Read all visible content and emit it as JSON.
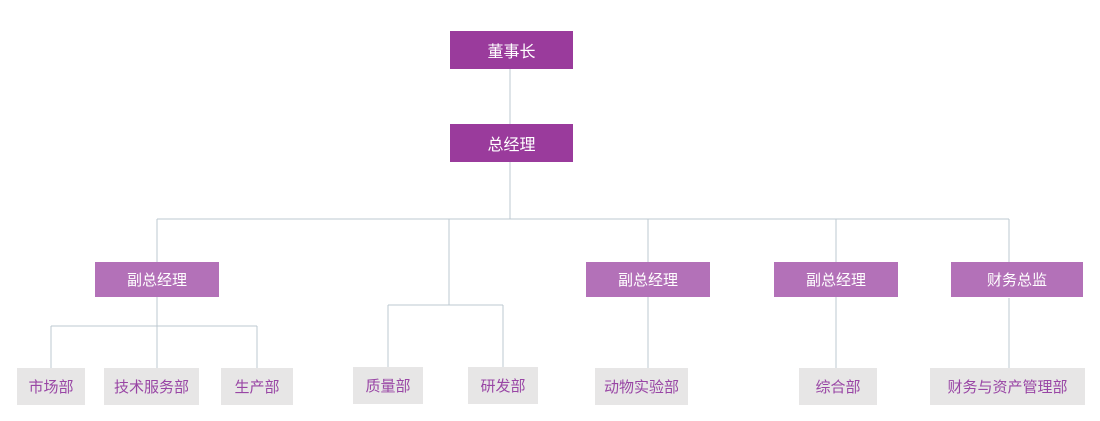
{
  "diagram": {
    "type": "org-chart",
    "colors": {
      "executive_box_bg": "#9a3b9c",
      "manager_box_bg": "#b371b8",
      "department_box_bg": "#e7e6e6",
      "executive_text": "#ffffff",
      "department_text": "#9946a5",
      "connector_line": "#bcc9d1",
      "background": "#ffffff"
    },
    "nodes": {
      "chairman": {
        "label": "董事长",
        "level": 1
      },
      "general_manager": {
        "label": "总经理",
        "level": 2
      },
      "deputy_gm_1": {
        "label": "副总经理",
        "level": 3
      },
      "deputy_gm_2": {
        "label": "副总经理",
        "level": 3
      },
      "deputy_gm_3": {
        "label": "副总经理",
        "level": 3
      },
      "finance_director": {
        "label": "财务总监",
        "level": 3
      },
      "dept_marketing": {
        "label": "市场部",
        "level": 4
      },
      "dept_tech_service": {
        "label": "技术服务部",
        "level": 4
      },
      "dept_production": {
        "label": "生产部",
        "level": 4
      },
      "dept_quality": {
        "label": "质量部",
        "level": 4
      },
      "dept_rnd": {
        "label": "研发部",
        "level": 4
      },
      "dept_animal_lab": {
        "label": "动物实验部",
        "level": 4
      },
      "dept_general": {
        "label": "综合部",
        "level": 4
      },
      "dept_finance_asset": {
        "label": "财务与资产管理部",
        "level": 4
      }
    },
    "edges": [
      {
        "from": "chairman",
        "to": "general_manager"
      },
      {
        "from": "general_manager",
        "to": "deputy_gm_1"
      },
      {
        "from": "general_manager",
        "to": "dept_quality"
      },
      {
        "from": "general_manager",
        "to": "dept_rnd"
      },
      {
        "from": "general_manager",
        "to": "deputy_gm_2"
      },
      {
        "from": "general_manager",
        "to": "deputy_gm_3"
      },
      {
        "from": "general_manager",
        "to": "finance_director"
      },
      {
        "from": "deputy_gm_1",
        "to": "dept_marketing"
      },
      {
        "from": "deputy_gm_1",
        "to": "dept_tech_service"
      },
      {
        "from": "deputy_gm_1",
        "to": "dept_production"
      },
      {
        "from": "deputy_gm_2",
        "to": "dept_animal_lab"
      },
      {
        "from": "deputy_gm_3",
        "to": "dept_general"
      },
      {
        "from": "finance_director",
        "to": "dept_finance_asset"
      }
    ]
  }
}
